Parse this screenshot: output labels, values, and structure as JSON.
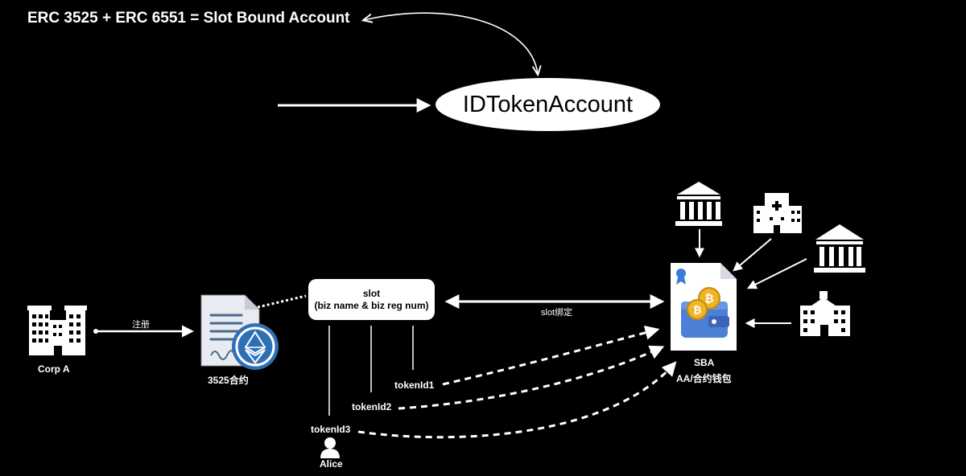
{
  "title": "ERC 3525 + ERC 6551 = Slot Bound Account",
  "center_account": "IDTokenAccount",
  "slot_box": {
    "line1": "slot",
    "line2": "(biz name & biz reg num)"
  },
  "labels": {
    "register": "注册",
    "corp": "Corp A",
    "contract": "3525合约",
    "slot_binding": "slot绑定",
    "sba": "SBA",
    "sba_sub": "AA/合约钱包",
    "token1": "tokenId1",
    "token2": "tokenId2",
    "token3": "tokenId3",
    "alice": "Alice"
  },
  "icons": {
    "corp": "office-building-icon",
    "contract": "ethereum-contract-document-icon",
    "wallet": "crypto-wallet-document-icon",
    "bank1": "bank-icon",
    "hospital": "hospital-icon",
    "bank2": "bank-icon",
    "school": "school-building-icon",
    "person": "person-icon"
  },
  "colors": {
    "background": "#000000",
    "foreground": "#ffffff",
    "ethereum": "#2f6fb5"
  }
}
